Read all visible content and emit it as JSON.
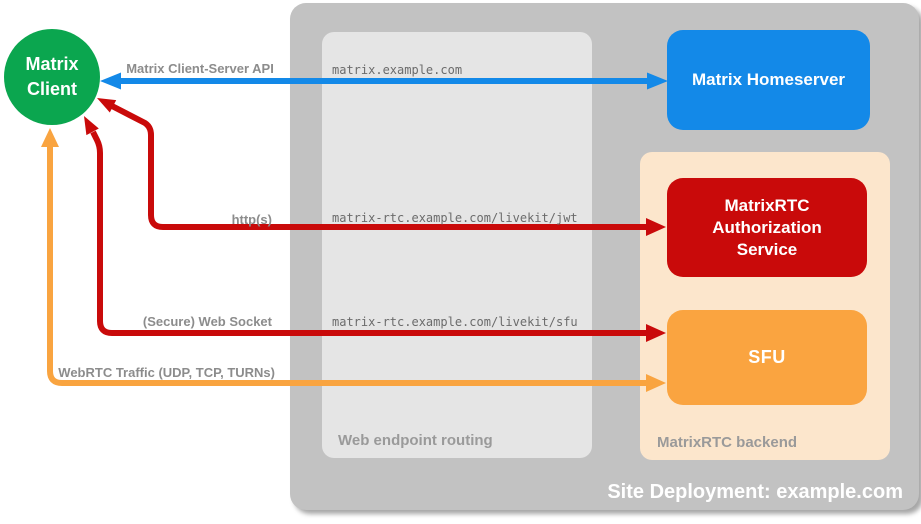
{
  "diagram": {
    "title": "Site Deployment: example.com",
    "client": {
      "label": "Matrix Client"
    },
    "homeserver": {
      "label": "Matrix Homeserver"
    },
    "routing": {
      "label": "Web endpoint routing",
      "endpoints": [
        "matrix.example.com",
        "matrix-rtc.example.com/livekit/jwt",
        "matrix-rtc.example.com/livekit/sfu"
      ]
    },
    "backend": {
      "label": "MatrixRTC backend",
      "auth_service_label": "MatrixRTC Authorization Service",
      "sfu_label": "SFU"
    },
    "connections": [
      {
        "label": "Matrix Client-Server API",
        "color": "#1389E8"
      },
      {
        "label": "http(s)",
        "color": "#C90A0A"
      },
      {
        "label": "(Secure) Web Socket",
        "color": "#C90A0A"
      },
      {
        "label": "WebRTC Traffic (UDP, TCP, TURNs)",
        "color": "#F9A440"
      }
    ],
    "colors": {
      "client_green": "#0BA64F",
      "homeserver_blue": "#1389E8",
      "auth_red": "#C90A0A",
      "sfu_orange": "#FAA440",
      "backend_peach": "#FCE6CC",
      "site_gray": "#C2C2C2",
      "routing_gray": "#E5E5E5",
      "label_gray": "#8C8C8C"
    }
  }
}
